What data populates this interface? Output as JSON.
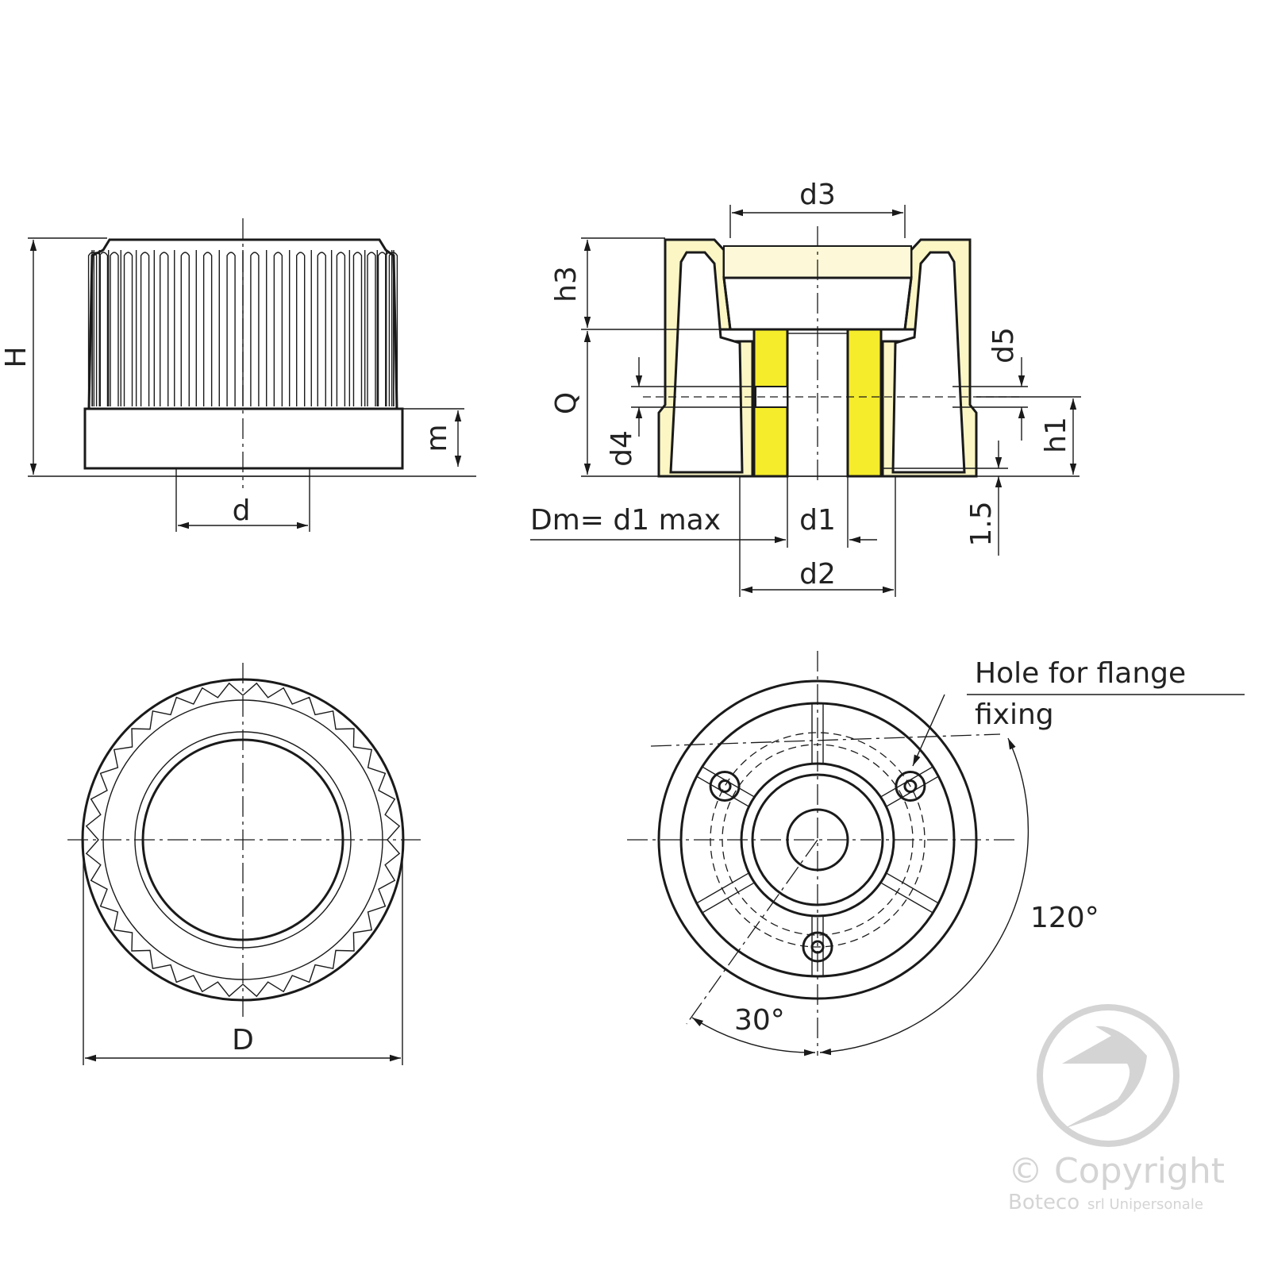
{
  "drawing": {
    "side_view": {
      "labels": {
        "H": "H",
        "m": "m",
        "d": "d"
      }
    },
    "section_view": {
      "labels": {
        "d3": "d3",
        "h3": "h3",
        "Q": "Q",
        "d5": "d5",
        "d4": "d4",
        "h1": "h1",
        "dm": "Dm= d1 max",
        "d1": "d1",
        "d2": "d2",
        "gap": "1.5"
      }
    },
    "top_view": {
      "labels": {
        "D": "D"
      },
      "teeth": 36
    },
    "bottom_view": {
      "labels": {
        "hole_line1": "Hole for flange",
        "hole_line2": "fixing",
        "angle_120": "120°",
        "angle_30": "30°"
      }
    },
    "colors": {
      "insert": "#f5ec2b",
      "body": "#fbf6c4",
      "line": "#1a1a1a",
      "watermark": "#d4d4d4"
    }
  },
  "watermark": {
    "copyright": "© Copyright",
    "company": "Boteco",
    "company_suffix": "srl Unipersonale"
  }
}
